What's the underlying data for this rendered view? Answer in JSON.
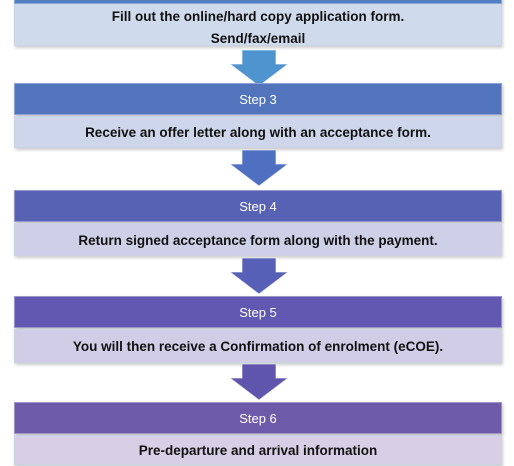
{
  "steps": [
    {
      "header": "",
      "lines": [
        "Fill out the online/hard copy application form.",
        "Send/fax/email"
      ],
      "header_color": "#4f7fc0",
      "body_color": "#cfdbec"
    },
    {
      "header": "Step 3",
      "lines": [
        "Receive an offer letter along with an acceptance form."
      ],
      "header_color": "#5174bd",
      "body_color": "#cdd6ea"
    },
    {
      "header": "Step 4",
      "lines": [
        "Return signed acceptance form along with the payment."
      ],
      "header_color": "#5862b5",
      "body_color": "#ced0e8"
    },
    {
      "header": "Step 5",
      "lines": [
        "You will then receive a Confirmation of enrolment (eCOE)."
      ],
      "header_color": "#6159b1",
      "body_color": "#d2cde6"
    },
    {
      "header": "Step 6",
      "lines": [
        "Pre-departure and arrival information"
      ],
      "header_color": "#6d5aa9",
      "body_color": "#d7cfe5"
    }
  ],
  "arrows": [
    {
      "color": "#4f93cf"
    },
    {
      "color": "#4f70c0"
    },
    {
      "color": "#5560b6"
    },
    {
      "color": "#5f55ad"
    }
  ]
}
